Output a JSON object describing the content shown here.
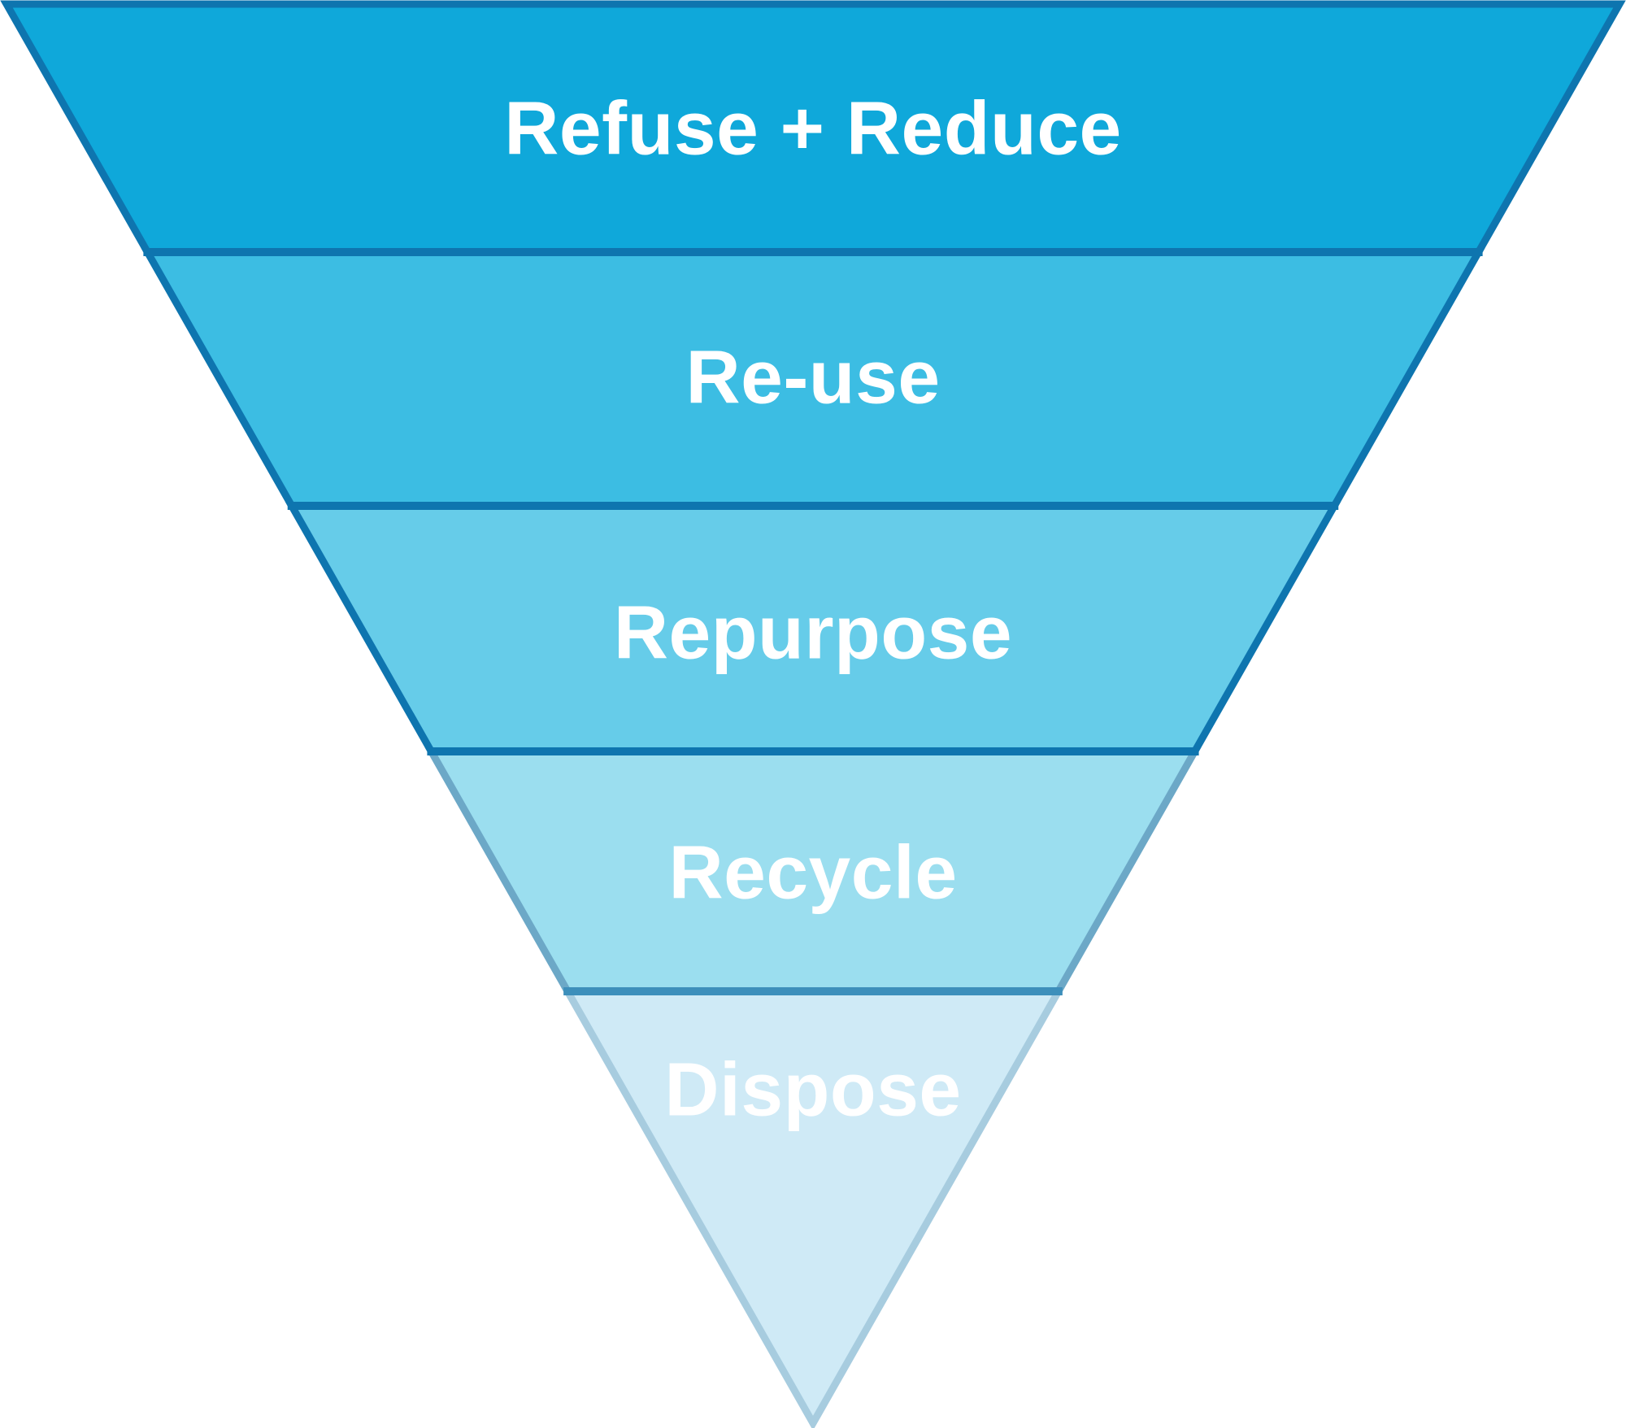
{
  "diagram": {
    "type": "inverted-pyramid-funnel",
    "background": "#FFFFFF",
    "text_color": "#FFFFFF",
    "levels": [
      {
        "label": "Refuse + Reduce",
        "fill": "#0FA8DA",
        "edge": "#0E75AF"
      },
      {
        "label": "Re-use",
        "fill": "#3CBDE3",
        "edge": "#0E75AF"
      },
      {
        "label": "Repurpose",
        "fill": "#66CCE9",
        "edge": "#0E75AF"
      },
      {
        "label": "Recycle",
        "fill": "#9BDEEF",
        "edge": "#6CA8C7"
      },
      {
        "label": "Dispose",
        "fill": "#CFEAF6",
        "edge": "#A7CCDF"
      }
    ],
    "divider_colors": [
      "#0E75AF",
      "#0E75AF",
      "#0E75AF",
      "#3D8FBB"
    ]
  }
}
